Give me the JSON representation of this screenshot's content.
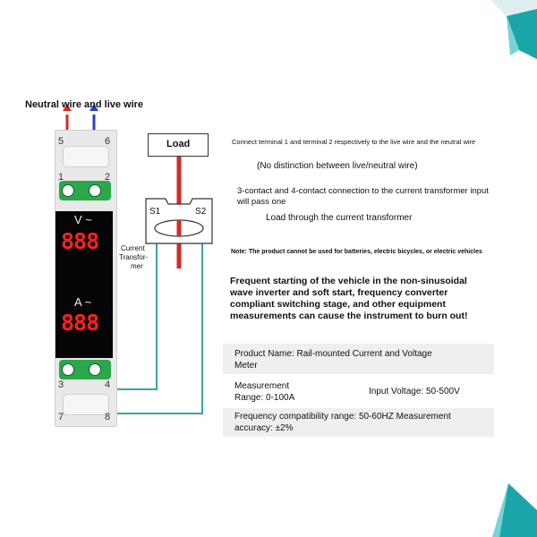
{
  "labels": {
    "wires": "Neutral wire and live wire",
    "load": "Load",
    "s1": "S1",
    "s2": "S2",
    "ct_line1": "Current",
    "ct_line2": "Transfor-",
    "ct_line3": "mer"
  },
  "terminals": {
    "t5": "5",
    "t6": "6",
    "t1": "1",
    "t2": "2",
    "t3": "3",
    "t4": "4",
    "t7": "7",
    "t8": "8"
  },
  "meter": {
    "volt_unit": "V ~",
    "volt_reading": "888",
    "amp_unit": "A ~",
    "amp_reading": "888"
  },
  "notes": {
    "n1": "Connect terminal 1 and terminal 2 respectively to the live wire and the neutral wire",
    "n2": "(No distinction between live/neutral wire)",
    "n3_line1": "3-contact and 4-contact connection to the current transformer input",
    "n3_line2": "will pass one",
    "n4": "Load through the current transformer",
    "n5": "Note: The product cannot be used for batteries, electric bicycles, or electric vehicles",
    "warn_1": "Frequent starting of the vehicle in the non-sinusoidal",
    "warn_2": "wave inverter and soft start, frequency converter",
    "warn_3": "compliant switching stage, and other equipment",
    "warn_4": "measurements can cause the instrument to burn out!"
  },
  "specs": {
    "product_line1": "Product Name: Rail-mounted Current and Voltage",
    "product_line2": "Meter",
    "measure_line1": "Measurement",
    "measure_line2": "Range: 0-100A",
    "input_voltage": "Input Voltage: 50-500V",
    "freq_line1": "Frequency compatibility range: 50-60HZ Measurement",
    "freq_line2": "accuracy: ±2%"
  },
  "colors": {
    "live_wire": "#d42a2a",
    "neutral_wire": "#2a3fc2",
    "ct_wire": "#3aa6a0",
    "terminal_green": "#2aa84a",
    "segment_red": "#ff2020",
    "corner_teal": "#1aa6a8"
  }
}
